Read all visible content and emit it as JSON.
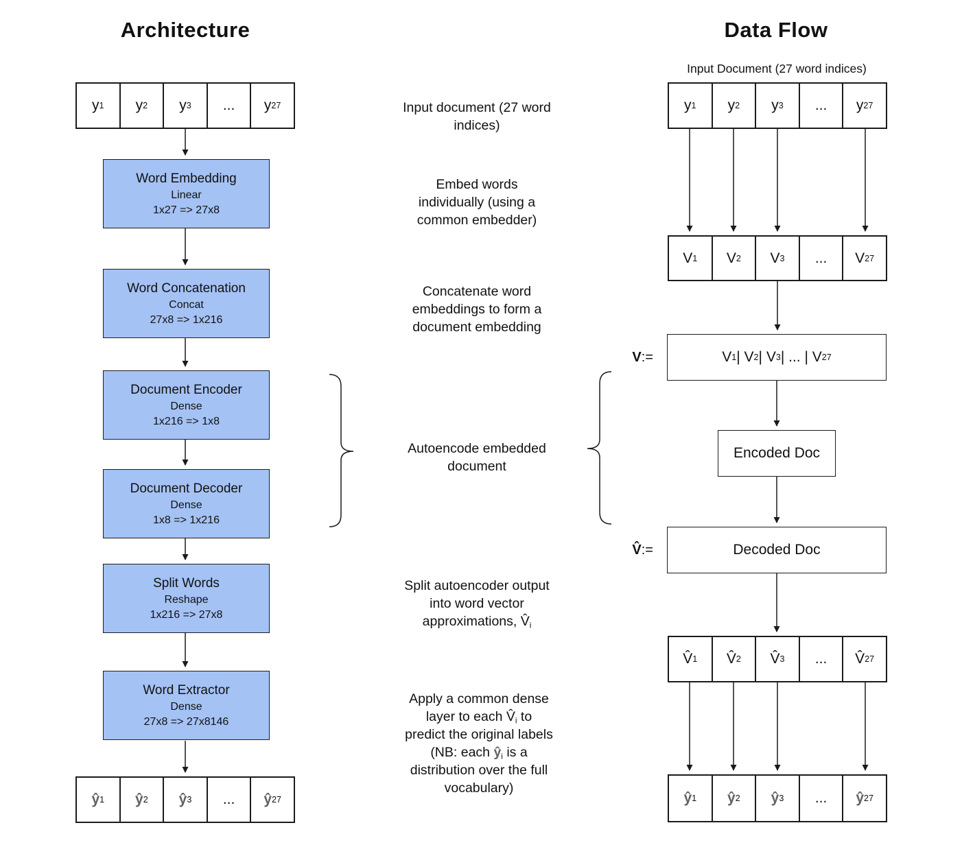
{
  "titles": {
    "architecture": "Architecture",
    "dataflow": "Data Flow"
  },
  "colors": {
    "block_fill": "#a4c2f4",
    "block_border": "#1c1c1c",
    "line": "#1a1a1a",
    "hat_label": "#5f6368"
  },
  "architecture": {
    "input_row": [
      "y_{1}",
      "y_{2}",
      "y_{3}",
      "...",
      "y_{27}"
    ],
    "blocks": [
      {
        "title": "Word Embedding",
        "layer": "Linear",
        "shape": "1x27 => 27x8"
      },
      {
        "title": "Word Concatenation",
        "layer": "Concat",
        "shape": "27x8 => 1x216"
      },
      {
        "title": "Document Encoder",
        "layer": "Dense",
        "shape": "1x216 => 1x8"
      },
      {
        "title": "Document Decoder",
        "layer": "Dense",
        "shape": "1x8 => 1x216"
      },
      {
        "title": "Split Words",
        "layer": "Reshape",
        "shape": "1x216 => 27x8"
      },
      {
        "title": "Word Extractor",
        "layer": "Dense",
        "shape": "27x8 => 27x8146"
      }
    ],
    "output_row": [
      "«ŷ»_{1}",
      "«ŷ»_{2}",
      "«ŷ»_{3}",
      "...",
      "«ŷ»_{27}"
    ]
  },
  "annotations": [
    "Input document (27 word\nindices)",
    "Embed words\nindividually (using a\ncommon embedder)",
    "Concatenate word\nembeddings to form a\ndocument embedding",
    "Autoencode embedded\ndocument",
    "Split autoencoder output\ninto word vector\napproximations, V̂_{i}",
    "Apply a common dense\nlayer to each V̂_{i} to\npredict the original labels\n(NB: each «ŷ»_{i} is a\ndistribution over the full\nvocabulary)"
  ],
  "dataflow": {
    "input_label": "Input Document (27 word indices)",
    "input_row": [
      "y_{1}",
      "y_{2}",
      "y_{3}",
      "...",
      "y_{27}"
    ],
    "v_row": [
      "V_{1}",
      "V_{2}",
      "V_{3}",
      "...",
      "V_{27}"
    ],
    "concat_label": "**V** :=",
    "concat_box": "V_{1} | V_{2} | V_{3} | ... | V_{27}",
    "encoded_box": "Encoded Doc",
    "decoded_label": "**V̂** :=",
    "decoded_box": "Decoded Doc",
    "vhat_row": [
      "V̂_{1}",
      "V̂_{2}",
      "V̂_{3}",
      "...",
      "V̂_{27}"
    ],
    "yhat_row": [
      "«ŷ»_{1}",
      "«ŷ»_{2}",
      "«ŷ»_{3}",
      "...",
      "«ŷ»_{27}"
    ]
  }
}
